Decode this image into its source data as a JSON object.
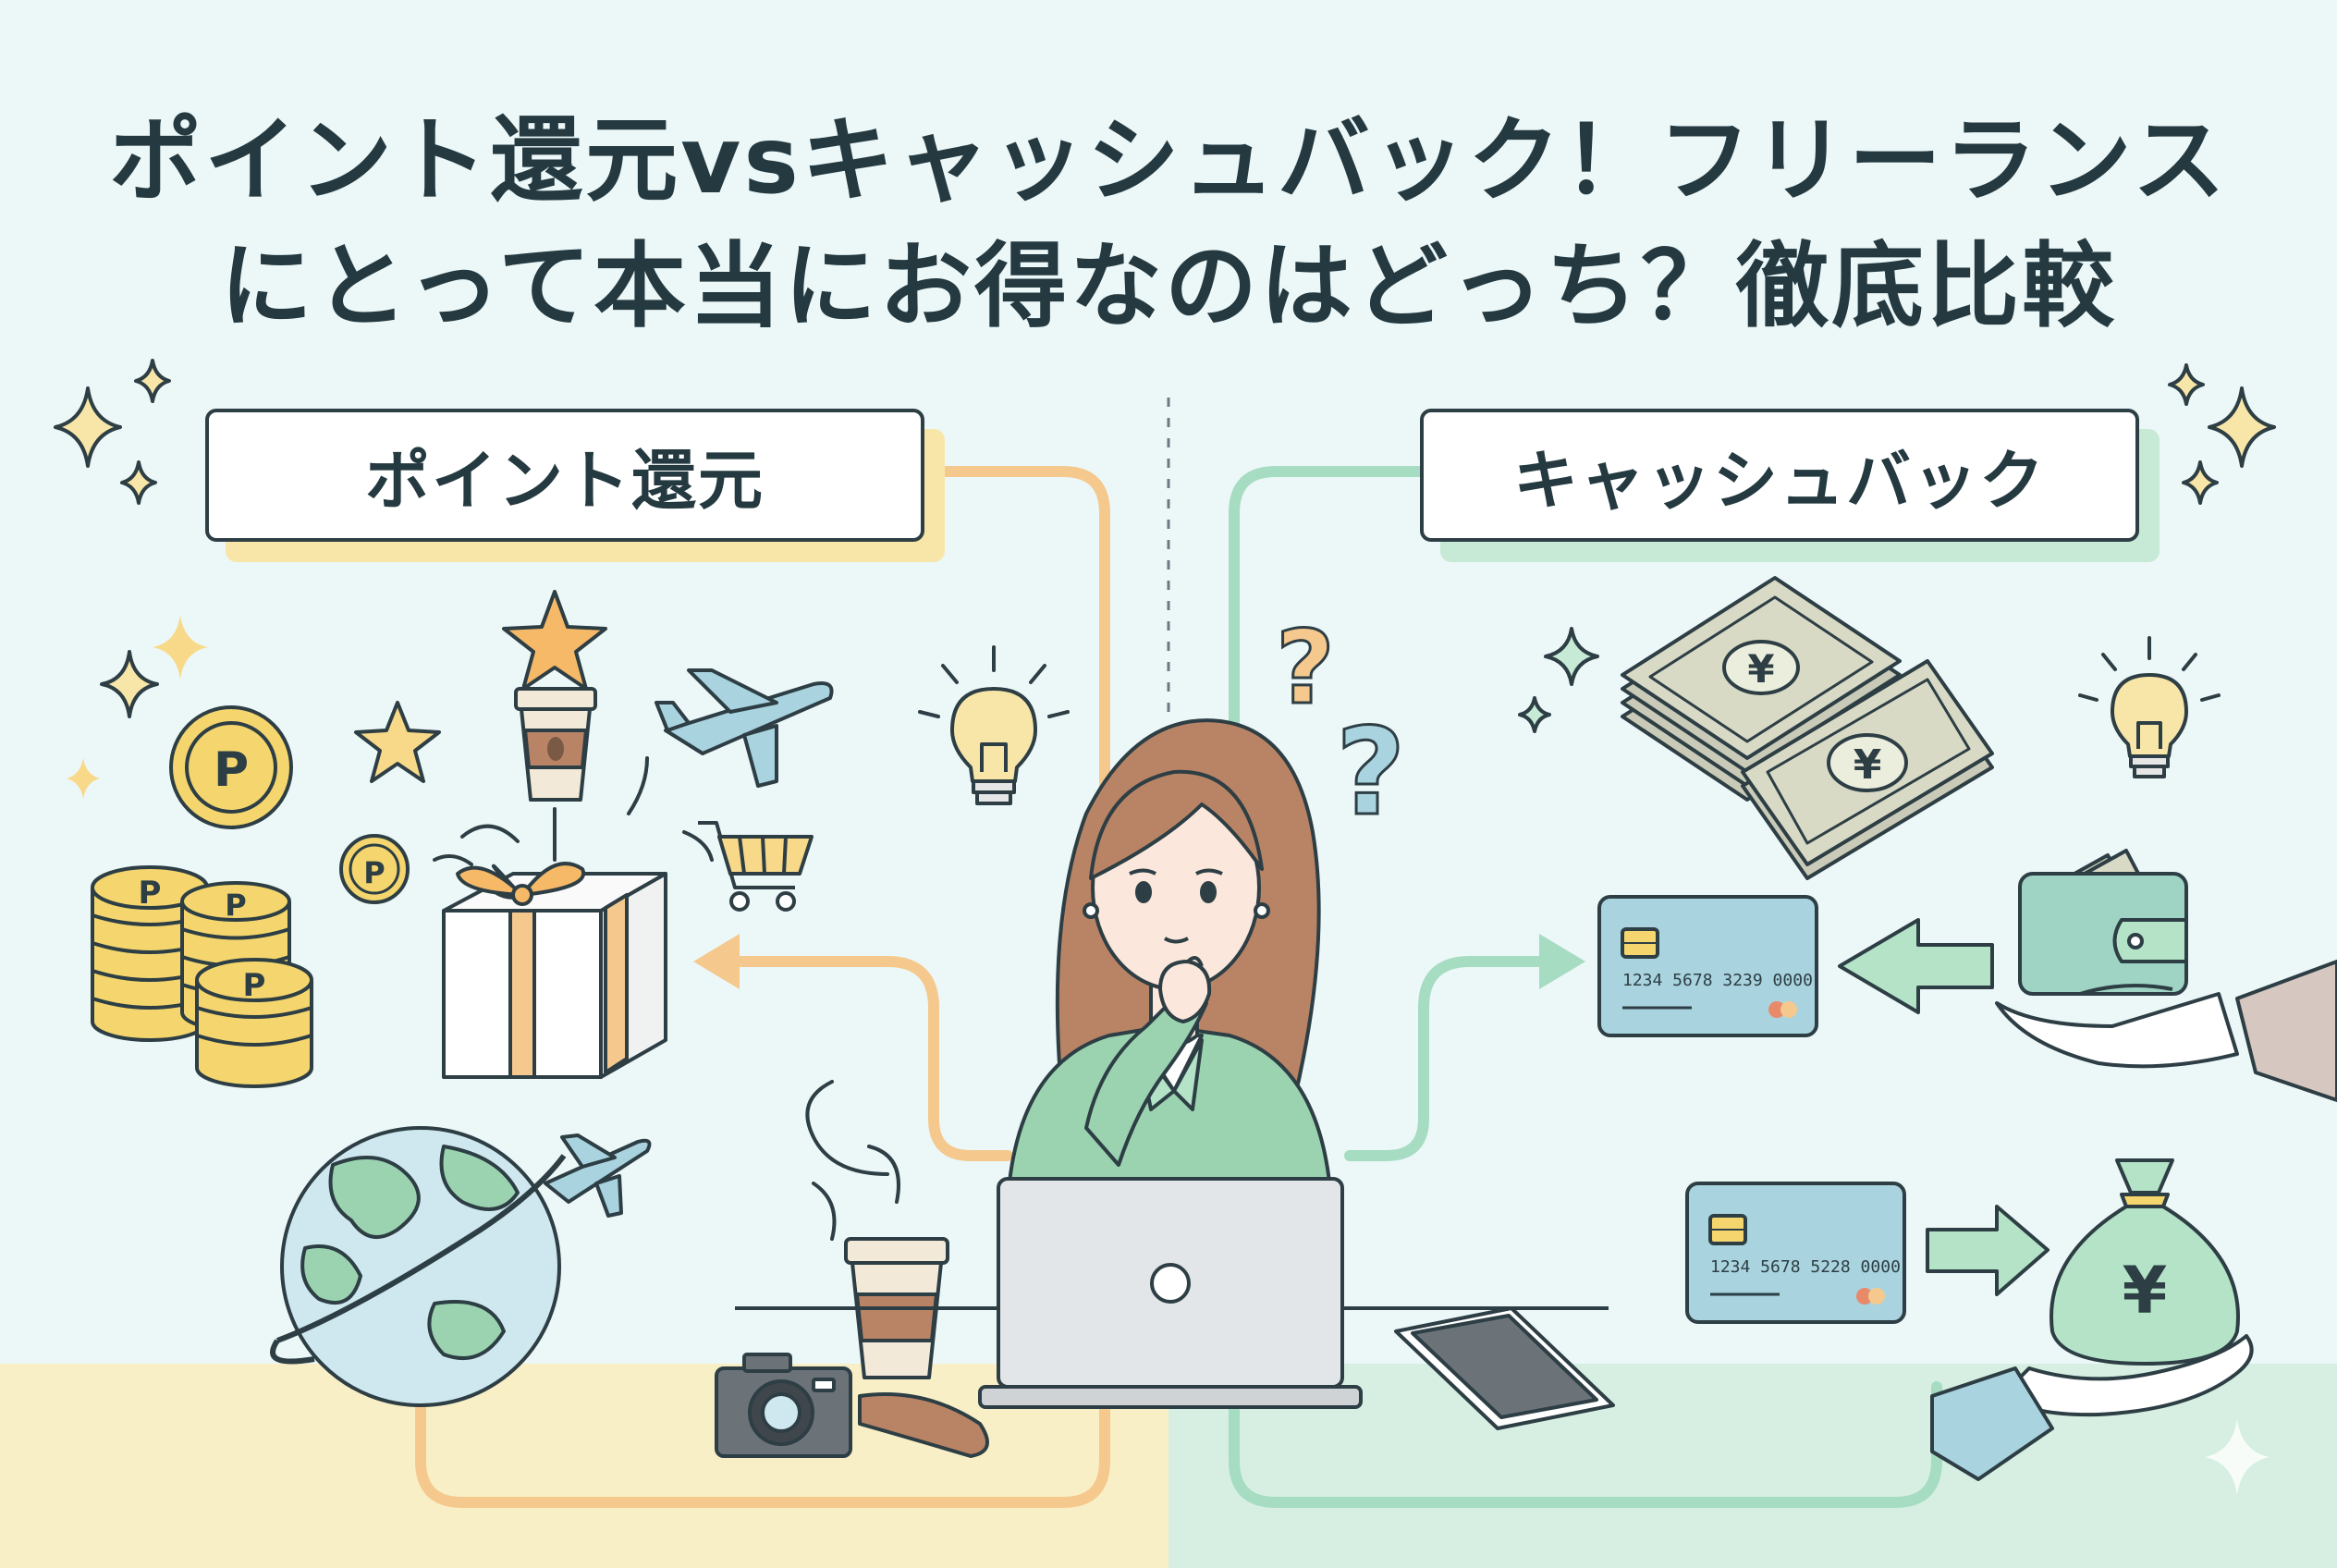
{
  "title": {
    "line1": "ポイント還元vsキャッシュバック！フリーランス",
    "line2": "にとって本当にお得なのはどっち？徹底比較"
  },
  "left_panel": {
    "label": "ポイント還元"
  },
  "right_panel": {
    "label": "キャッシュバック"
  },
  "coins": {
    "symbol": "P"
  },
  "cards": [
    {
      "number": "1234  5678  3239  0000"
    },
    {
      "number": "1234  5678  5228  0000"
    }
  ],
  "currency": {
    "symbol": "¥"
  },
  "colors": {
    "background": "#ecf7f8",
    "left_accent": "#f8e6a8",
    "right_accent": "#c7ead6",
    "outline": "#2d3e44",
    "coin": "#f5d66e",
    "card": "#a9d3df",
    "jacket": "#9bd3b0",
    "hair": "#b98465"
  },
  "icons": [
    "star-icon",
    "coin-icon",
    "gift-icon",
    "coffee-icon",
    "airplane-icon",
    "cart-icon",
    "lightbulb-icon",
    "globe-icon",
    "camera-icon",
    "question-icon",
    "banknote-icon",
    "credit-card-icon",
    "wallet-icon",
    "money-bag-icon",
    "tablet-icon",
    "laptop-icon",
    "sparkle-icon",
    "arrow-icon"
  ]
}
